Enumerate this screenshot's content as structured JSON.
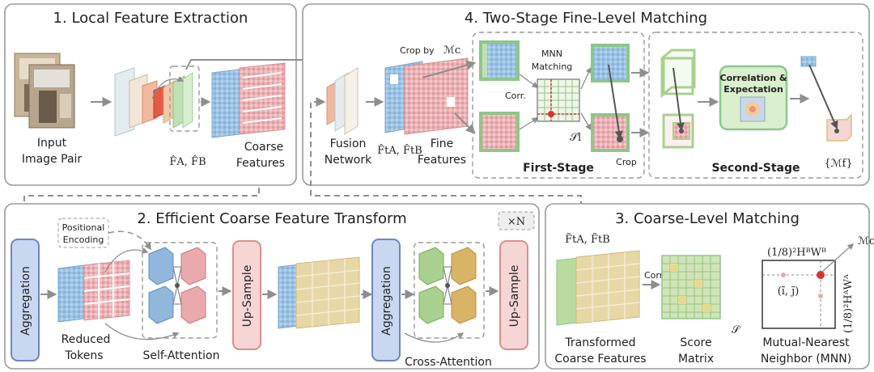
{
  "panels": {
    "local": {
      "title": "1. Local Feature Extraction"
    },
    "fine": {
      "title": "4. Two-Stage Fine-Level Matching"
    },
    "transform": {
      "title": "2. Efficient Coarse Feature Transform",
      "repeat": "×N"
    },
    "coarse": {
      "title": "3. Coarse-Level Matching"
    }
  },
  "labels": {
    "input_line1": "Input",
    "input_line2": "Image Pair",
    "coarse_feat_line1": "Coarse",
    "coarse_feat_line2": "Features",
    "fusion_line1": "Fusion",
    "fusion_line2": "Network",
    "fine_feat_line1": "Fine",
    "fine_feat_line2": "Features",
    "crop_by": "Crop by",
    "mnn_line1": "MNN",
    "mnn_line2": "Matching",
    "corr": "Corr.",
    "first_stage": "First-Stage",
    "crop": "Crop",
    "corr_exp_line1": "Correlation &",
    "corr_exp_line2": "Expectation",
    "second_stage": "Second-Stage",
    "positional_line1": "Positional",
    "positional_line2": "Encoding",
    "aggregation": "Aggregation",
    "upsample": "Up-Sample",
    "reduced_line1": "Reduced",
    "reduced_line2": "Tokens",
    "self_attention": "Self-Attention",
    "cross_attention": "Cross-Attention",
    "transformed_line1": "Transformed",
    "transformed_line2": "Coarse Features",
    "score_line1": "Score",
    "score_line2": "Matrix",
    "mnn_full_line1": "Mutual-Nearest",
    "mnn_full_line2": "Neighbor (MNN)"
  },
  "math": {
    "coarse_feats": "F̂A, F̂B",
    "fine_feats": "F̂tA, F̂tB",
    "transformed_feats": "F̃tA, F̃tB",
    "mc": "ℳc",
    "mf": "{ℳf}",
    "sl": "𝒮l",
    "s": "𝒮",
    "dim_b": "(1/8)²HᴮWᴮ",
    "dim_a": "(1/8)²HᴬWᴬ",
    "ij": "(ĩ, j̃)"
  },
  "colors": {
    "blue": "#8fb8dc",
    "pink": "#e9a9ad",
    "green": "#a9d08e",
    "olive": "#d9c27a",
    "aggregation_fill": "#c9d8f0",
    "aggregation_stroke": "#6d86c4",
    "upsample_fill": "#f6d5d5",
    "upsample_stroke": "#e08c8c",
    "highlight_red": "#d9342b"
  }
}
